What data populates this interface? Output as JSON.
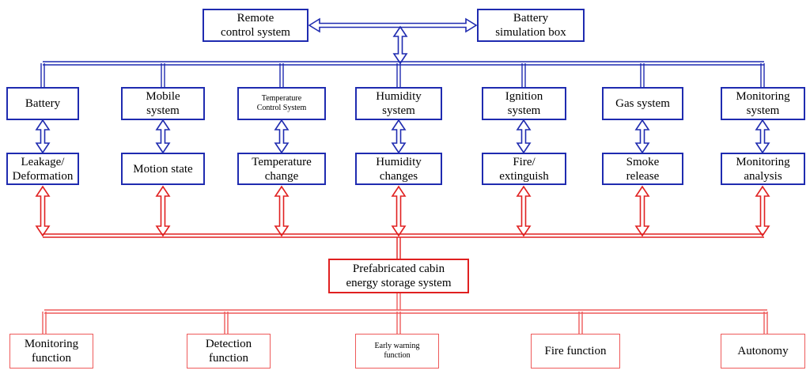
{
  "colors": {
    "blue": "#1f2bb0",
    "red": "#e02020",
    "light_red": "#ee5a5a"
  },
  "top": {
    "remote": "Remote\ncontrol system",
    "battery_box": "Battery\nsimulation box"
  },
  "systems": [
    "Battery",
    "Mobile\nsystem",
    "Temperature\nControl System",
    "Humidity\nsystem",
    "Ignition\nsystem",
    "Gas system",
    "Monitoring\nsystem"
  ],
  "states": [
    "Leakage/\nDeformation",
    "Motion state",
    "Temperature\nchange",
    "Humidity\nchanges",
    "Fire/\nextinguish",
    "Smoke\nrelease",
    "Monitoring\nanalysis"
  ],
  "center": "Prefabricated cabin\nenergy storage system",
  "functions": [
    "Monitoring\nfunction",
    "Detection\nfunction",
    "Early warning\nfunction",
    "Fire function",
    "Autonomy"
  ]
}
